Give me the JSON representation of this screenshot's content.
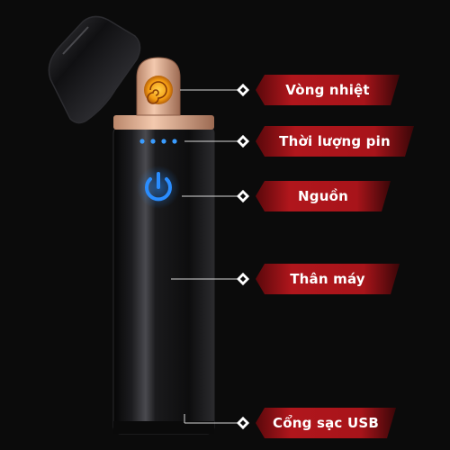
{
  "callouts": [
    {
      "id": "heating-coil",
      "label": "Vòng nhiệt"
    },
    {
      "id": "battery-time",
      "label": "Thời lượng pin"
    },
    {
      "id": "power",
      "label": "Nguồn"
    },
    {
      "id": "body",
      "label": "Thân máy"
    },
    {
      "id": "usb-port",
      "label": "Cổng sạc USB"
    }
  ],
  "colors": {
    "background": "#0b0b0b",
    "label_red": "#a8141a",
    "label_red_dark": "#3a0608",
    "power_blue": "#2a8dff",
    "coil_orange": "#f2a21a",
    "rose_gold": "#e7b08f"
  },
  "icons": [
    "power-icon",
    "battery-dot-icon",
    "heating-coil-icon",
    "diamond-marker-icon"
  ]
}
